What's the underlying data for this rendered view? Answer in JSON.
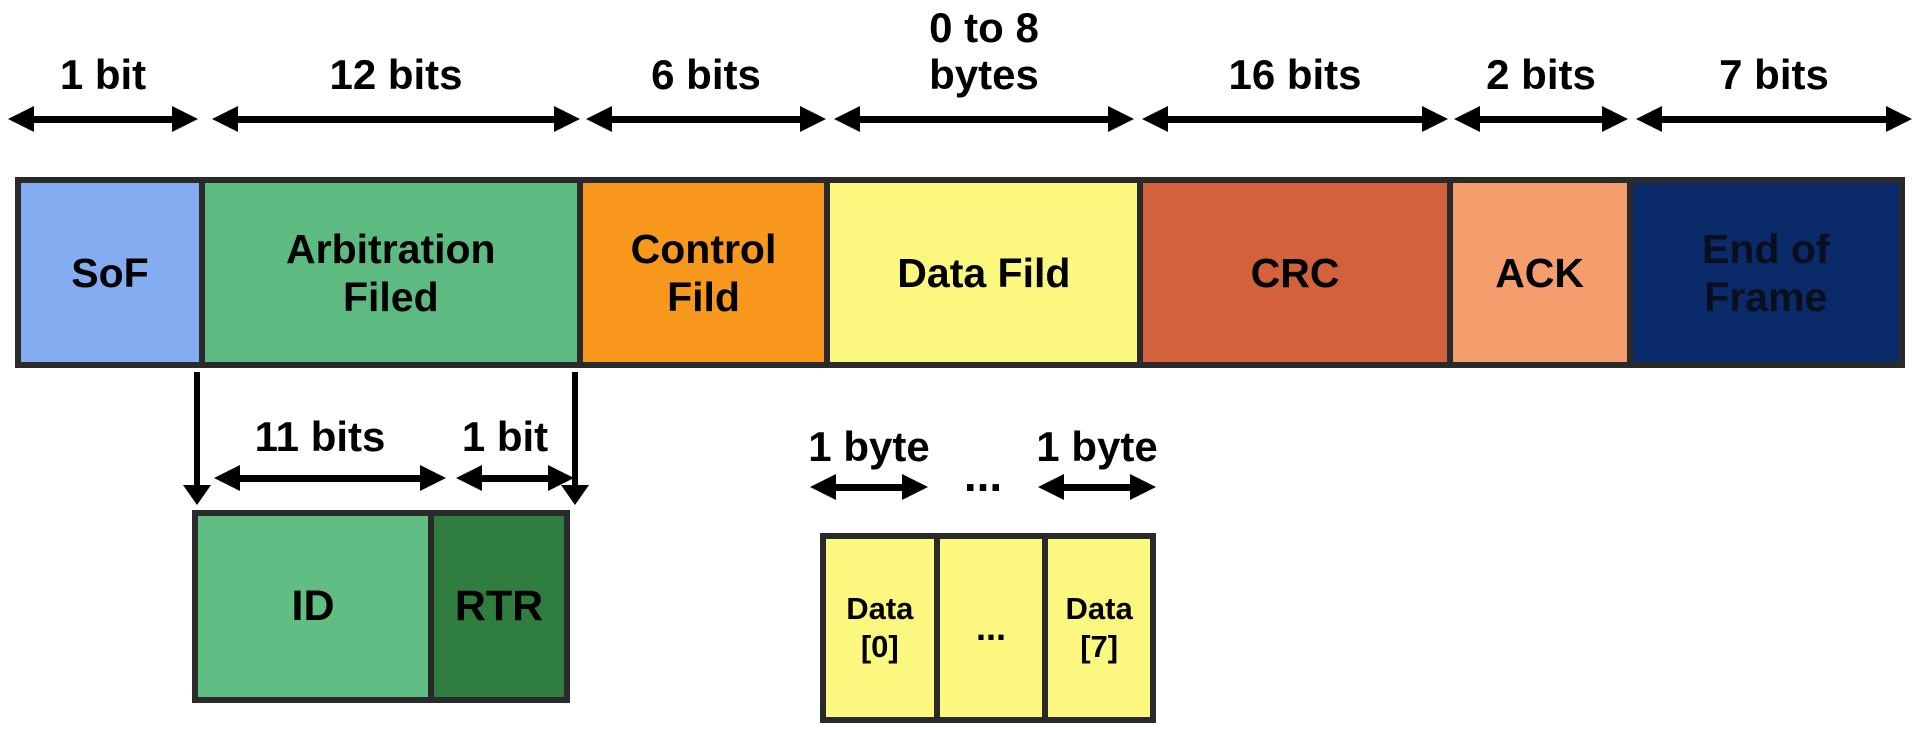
{
  "colors": {
    "sof": "#84ACF0",
    "arbitration": "#5DBB81",
    "control": "#F8991D",
    "data": "#FBF77F",
    "crc": "#D2613C",
    "ack": "#F49E6E",
    "eof": "#0A2A6A",
    "id": "#61BE82",
    "rtr": "#2F7D3F"
  },
  "top_sizes": {
    "sof": "1 bit",
    "arbitration": "12 bits",
    "control": "6 bits",
    "data": "0 to 8\nbytes",
    "crc": "16 bits",
    "ack": "2 bits",
    "eof": "7 bits"
  },
  "frame_fields": {
    "sof": "SoF",
    "arbitration": "Arbitration\nFiled",
    "control": "Control\nFild",
    "data": "Data Fild",
    "crc": "CRC",
    "ack": "ACK",
    "eof": "End of\nFrame"
  },
  "arbitration_detail": {
    "id_size": "11 bits",
    "rtr_size": "1 bit",
    "id": "ID",
    "rtr": "RTR"
  },
  "data_detail": {
    "byte0_size": "1 byte",
    "dots_size": "...",
    "byte7_size": "1 byte",
    "byte0": "Data\n[0]",
    "dots": "...",
    "byte7": "Data\n[7]"
  }
}
